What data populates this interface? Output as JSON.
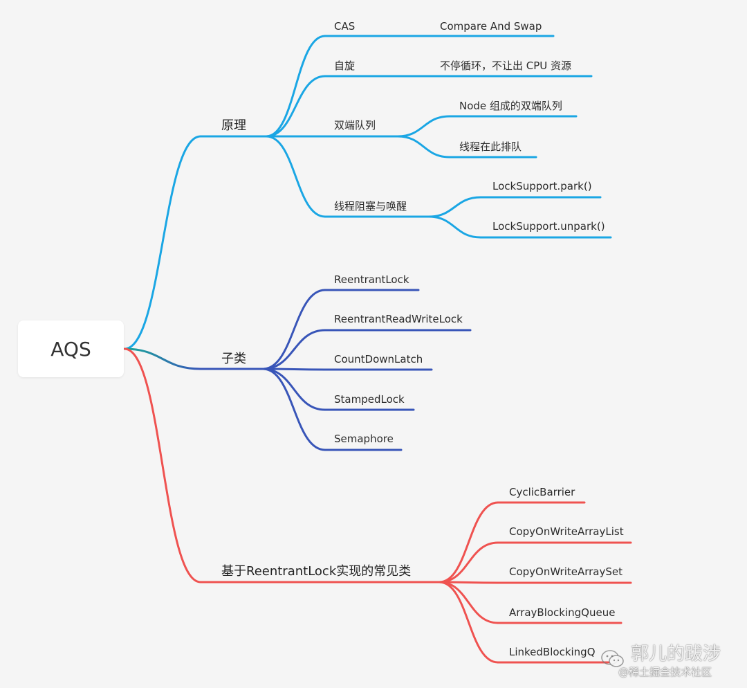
{
  "root": {
    "label": "AQS"
  },
  "colors": {
    "blue": "#1aa6e4",
    "teal": "#1aa99a",
    "navy": "#3855b8",
    "red": "#ef5250"
  },
  "branches": [
    {
      "label": "原理",
      "color": "#1aa6e4",
      "children": [
        {
          "label": "CAS",
          "children": [
            {
              "label": "Compare And Swap"
            }
          ]
        },
        {
          "label": "自旋",
          "children": [
            {
              "label": "不停循环，不让出 CPU 资源"
            }
          ]
        },
        {
          "label": "双端队列",
          "children": [
            {
              "label": "Node 组成的双端队列"
            },
            {
              "label": "线程在此排队"
            }
          ]
        },
        {
          "label": "线程阻塞与唤醒",
          "children": [
            {
              "label": "LockSupport.park()"
            },
            {
              "label": "LockSupport.unpark()"
            }
          ]
        }
      ]
    },
    {
      "label": "子类",
      "color": "#3855b8",
      "children": [
        {
          "label": "ReentrantLock"
        },
        {
          "label": "ReentrantReadWriteLock"
        },
        {
          "label": "CountDownLatch"
        },
        {
          "label": "StampedLock"
        },
        {
          "label": "Semaphore"
        }
      ]
    },
    {
      "label": "基于ReentrantLock实现的常见类",
      "color": "#ef5250",
      "children": [
        {
          "label": "CyclicBarrier"
        },
        {
          "label": "CopyOnWriteArrayList"
        },
        {
          "label": "CopyOnWriteArraySet"
        },
        {
          "label": "ArrayBlockingQueue"
        },
        {
          "label": "LinkedBlockingQ"
        }
      ]
    }
  ],
  "watermark": {
    "title": "郭儿的跋涉",
    "subtitle": "@稀土掘金技术社区",
    "icon": "wechat-icon"
  }
}
